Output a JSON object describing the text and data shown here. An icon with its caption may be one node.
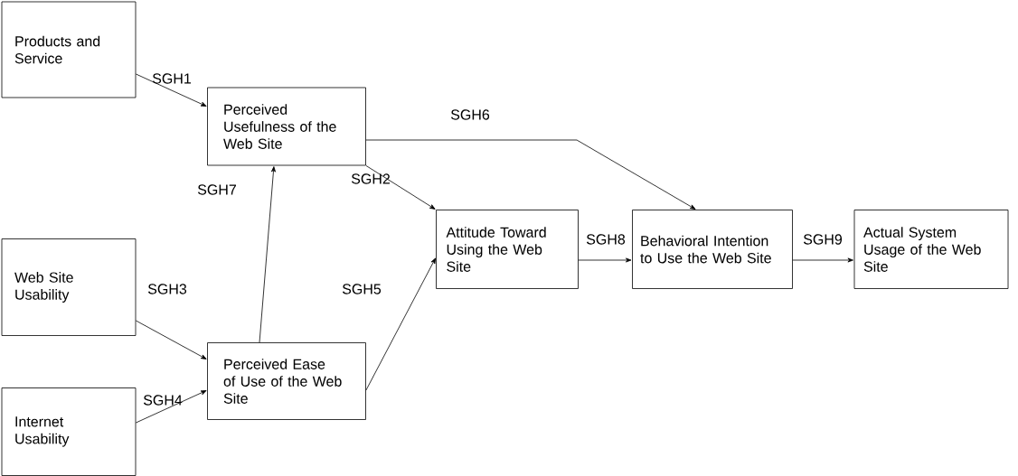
{
  "diagram": {
    "nodes": [
      {
        "text": [
          "Products and Service"
        ]
      },
      {
        "text": [
          "Perceived Usefulness of the Web Site"
        ]
      },
      {
        "text": [
          "Web Site Usability"
        ]
      },
      {
        "text": [
          "Internet Usability"
        ]
      },
      {
        "text": [
          "Perceived Ease of Use of the Web Site"
        ]
      },
      {
        "text": [
          "Attitude Toward Using the Web Site"
        ]
      },
      {
        "text": [
          "Behavioral Intention to Use the Web Site"
        ]
      },
      {
        "text": [
          "Actual System Usage of the Web Site"
        ]
      }
    ],
    "edges": [
      {
        "from": 0,
        "to": 1,
        "arrow": "to",
        "label": "SGH1"
      },
      {
        "from": 1,
        "to": 5,
        "arrow": "to",
        "label": "SGH2"
      },
      {
        "from": 2,
        "to": 4,
        "arrow": "to",
        "label": "SGH3"
      },
      {
        "from": 3,
        "to": 4,
        "arrow": "to",
        "label": "SGH4"
      },
      {
        "from": 4,
        "to": 5,
        "arrow": "to",
        "label": "SGH5"
      },
      {
        "from": 1,
        "to": 6,
        "arrow": "to",
        "label": "SGH6"
      },
      {
        "from": 4,
        "to": 1,
        "arrow": "to",
        "label": "SGH7"
      },
      {
        "from": 5,
        "to": 6,
        "arrow": "to",
        "label": "SGH8"
      },
      {
        "from": 6,
        "to": 7,
        "arrow": "to",
        "label": "SGH9"
      }
    ]
  }
}
